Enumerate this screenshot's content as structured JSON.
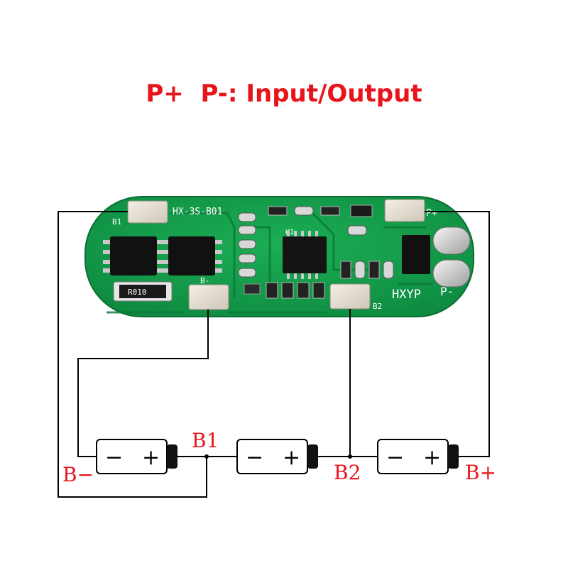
{
  "title": {
    "prefix": "P+  P-:",
    "suffix": " Input/Output"
  },
  "board": {
    "model": "HX-3S-B01",
    "brand": "HXYP",
    "resistor": "R010",
    "chip": "U1",
    "pads": {
      "b1": "B1",
      "bminus": "B-",
      "b2": "B2",
      "pplus": "P+",
      "pminus": "P-"
    }
  },
  "wiring": {
    "labels": {
      "bminus": "B−",
      "b1": "B1",
      "b2": "B2",
      "bplus": "B+"
    },
    "battery": {
      "minus": "−",
      "plus": "+"
    }
  },
  "colors": {
    "title": "#e8141b",
    "board": "#12984a",
    "board_dark": "#0b7a39",
    "label": "#e8141b",
    "wire": "#000000"
  }
}
